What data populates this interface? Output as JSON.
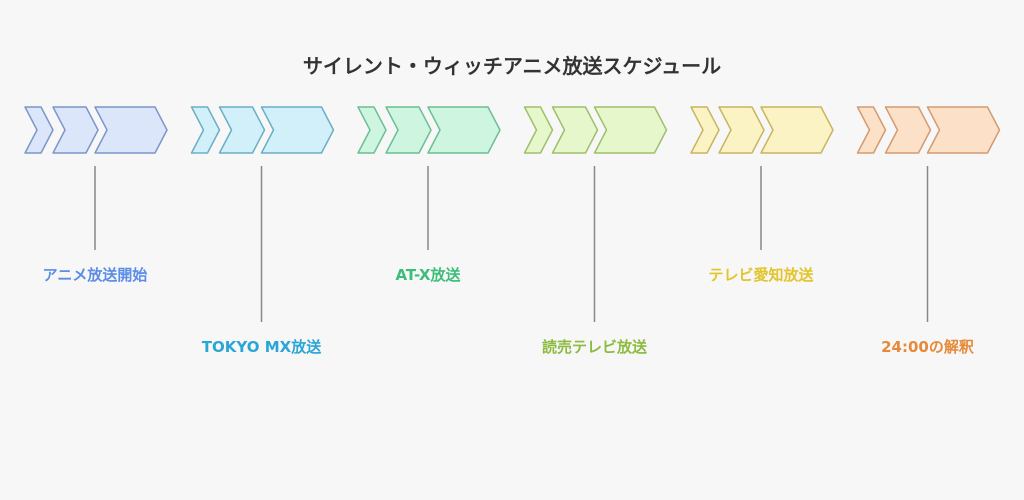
{
  "title": "サイレント・ウィッチアニメ放送スケジュール",
  "milestones": [
    {
      "label": "アニメ放送開始",
      "fill": "#dce6fb",
      "stroke": "#7b96c9",
      "text_color": "#5b8de6"
    },
    {
      "label": "TOKYO MX放送",
      "fill": "#d2f0fa",
      "stroke": "#6aaec6",
      "text_color": "#2aa6d6"
    },
    {
      "label": "AT-X放送",
      "fill": "#cdf5e0",
      "stroke": "#6cbf94",
      "text_color": "#3dbd7a"
    },
    {
      "label": "読売テレビ放送",
      "fill": "#e6f7cc",
      "stroke": "#9fbf6c",
      "text_color": "#8dbb3f"
    },
    {
      "label": "テレビ愛知放送",
      "fill": "#fbf3c4",
      "stroke": "#c8b560",
      "text_color": "#e2c52a"
    },
    {
      "label": "24:00の解釈",
      "fill": "#fde0c8",
      "stroke": "#d39b70",
      "text_color": "#e68a3a"
    }
  ]
}
